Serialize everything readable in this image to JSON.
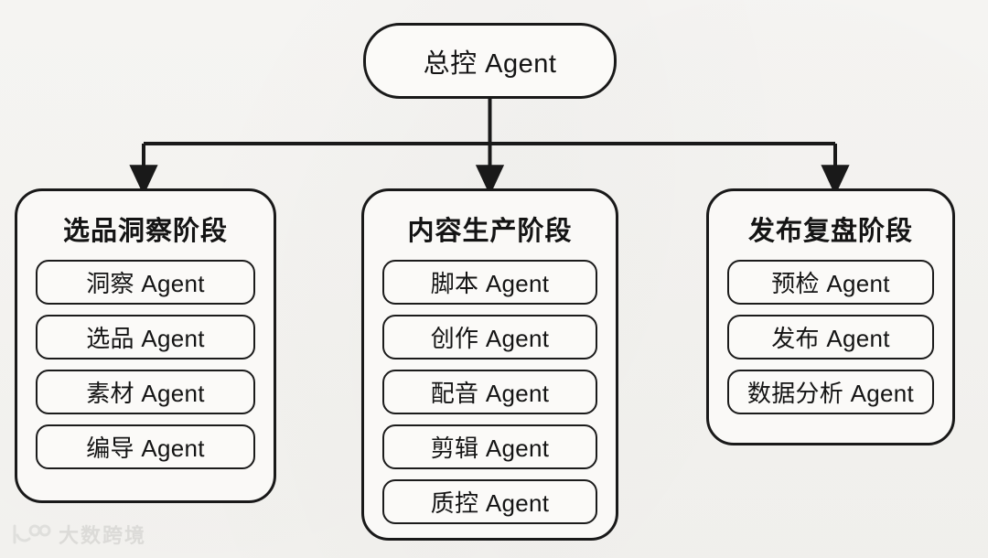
{
  "diagram": {
    "type": "org-chart",
    "background_color": "#f7f6f3",
    "line_color": "#191919",
    "root": {
      "label": "总控 Agent"
    },
    "groups": [
      {
        "title": "选品洞察阶段",
        "items": [
          {
            "label": "洞察 Agent"
          },
          {
            "label": "选品 Agent"
          },
          {
            "label": "素材 Agent"
          },
          {
            "label": "编导 Agent"
          }
        ]
      },
      {
        "title": "内容生产阶段",
        "items": [
          {
            "label": "脚本 Agent"
          },
          {
            "label": "创作 Agent"
          },
          {
            "label": "配音 Agent"
          },
          {
            "label": "剪辑 Agent"
          },
          {
            "label": "质控 Agent"
          }
        ]
      },
      {
        "title": "发布复盘阶段",
        "items": [
          {
            "label": "预检 Agent"
          },
          {
            "label": "发布 Agent"
          },
          {
            "label": "数据分析 Agent"
          }
        ]
      }
    ]
  },
  "watermark": {
    "text": "大数跨境",
    "mark": "100-logo-mark"
  }
}
